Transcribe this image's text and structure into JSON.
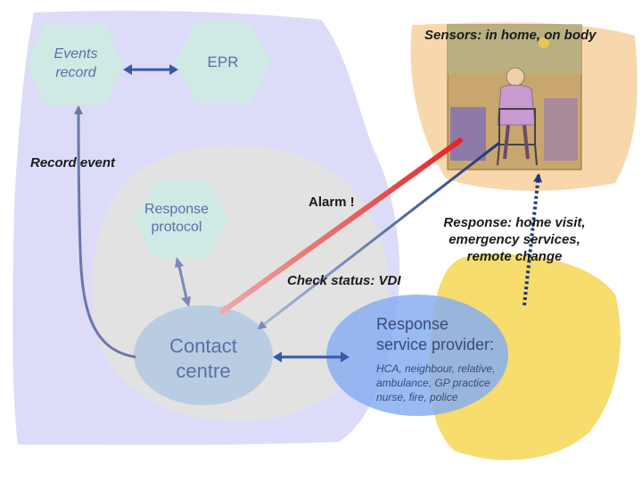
{
  "nodes": {
    "events_record": "Events\nrecord",
    "epr": "EPR",
    "response_protocol": "Response\nprotocol",
    "contact_centre": "Contact\ncentre",
    "response_provider_title": "Response\nservice provider:",
    "response_provider_detail": "HCA, neighbour, relative,\nambulance, GP practice\nnurse, fire, police"
  },
  "labels": {
    "sensors": "Sensors: in home, on body",
    "record_event": "Record event",
    "alarm": "Alarm !",
    "response_actions": "Response: home visit,\nemergency services,\nremote change",
    "check_status": "Check status: VDI"
  },
  "colors": {
    "main_region": "#dcdcf8",
    "sensor_region": "#f8d7ad",
    "provider_blob": "#f7dc6e",
    "provider_ellipse": "#87aef0",
    "hexagon": "#cfe9e4",
    "contact_centre": "#b9cde2",
    "grey_region": "#e2e2e2",
    "alarm_red": "#e62020",
    "response_navy": "#1e3a78"
  }
}
